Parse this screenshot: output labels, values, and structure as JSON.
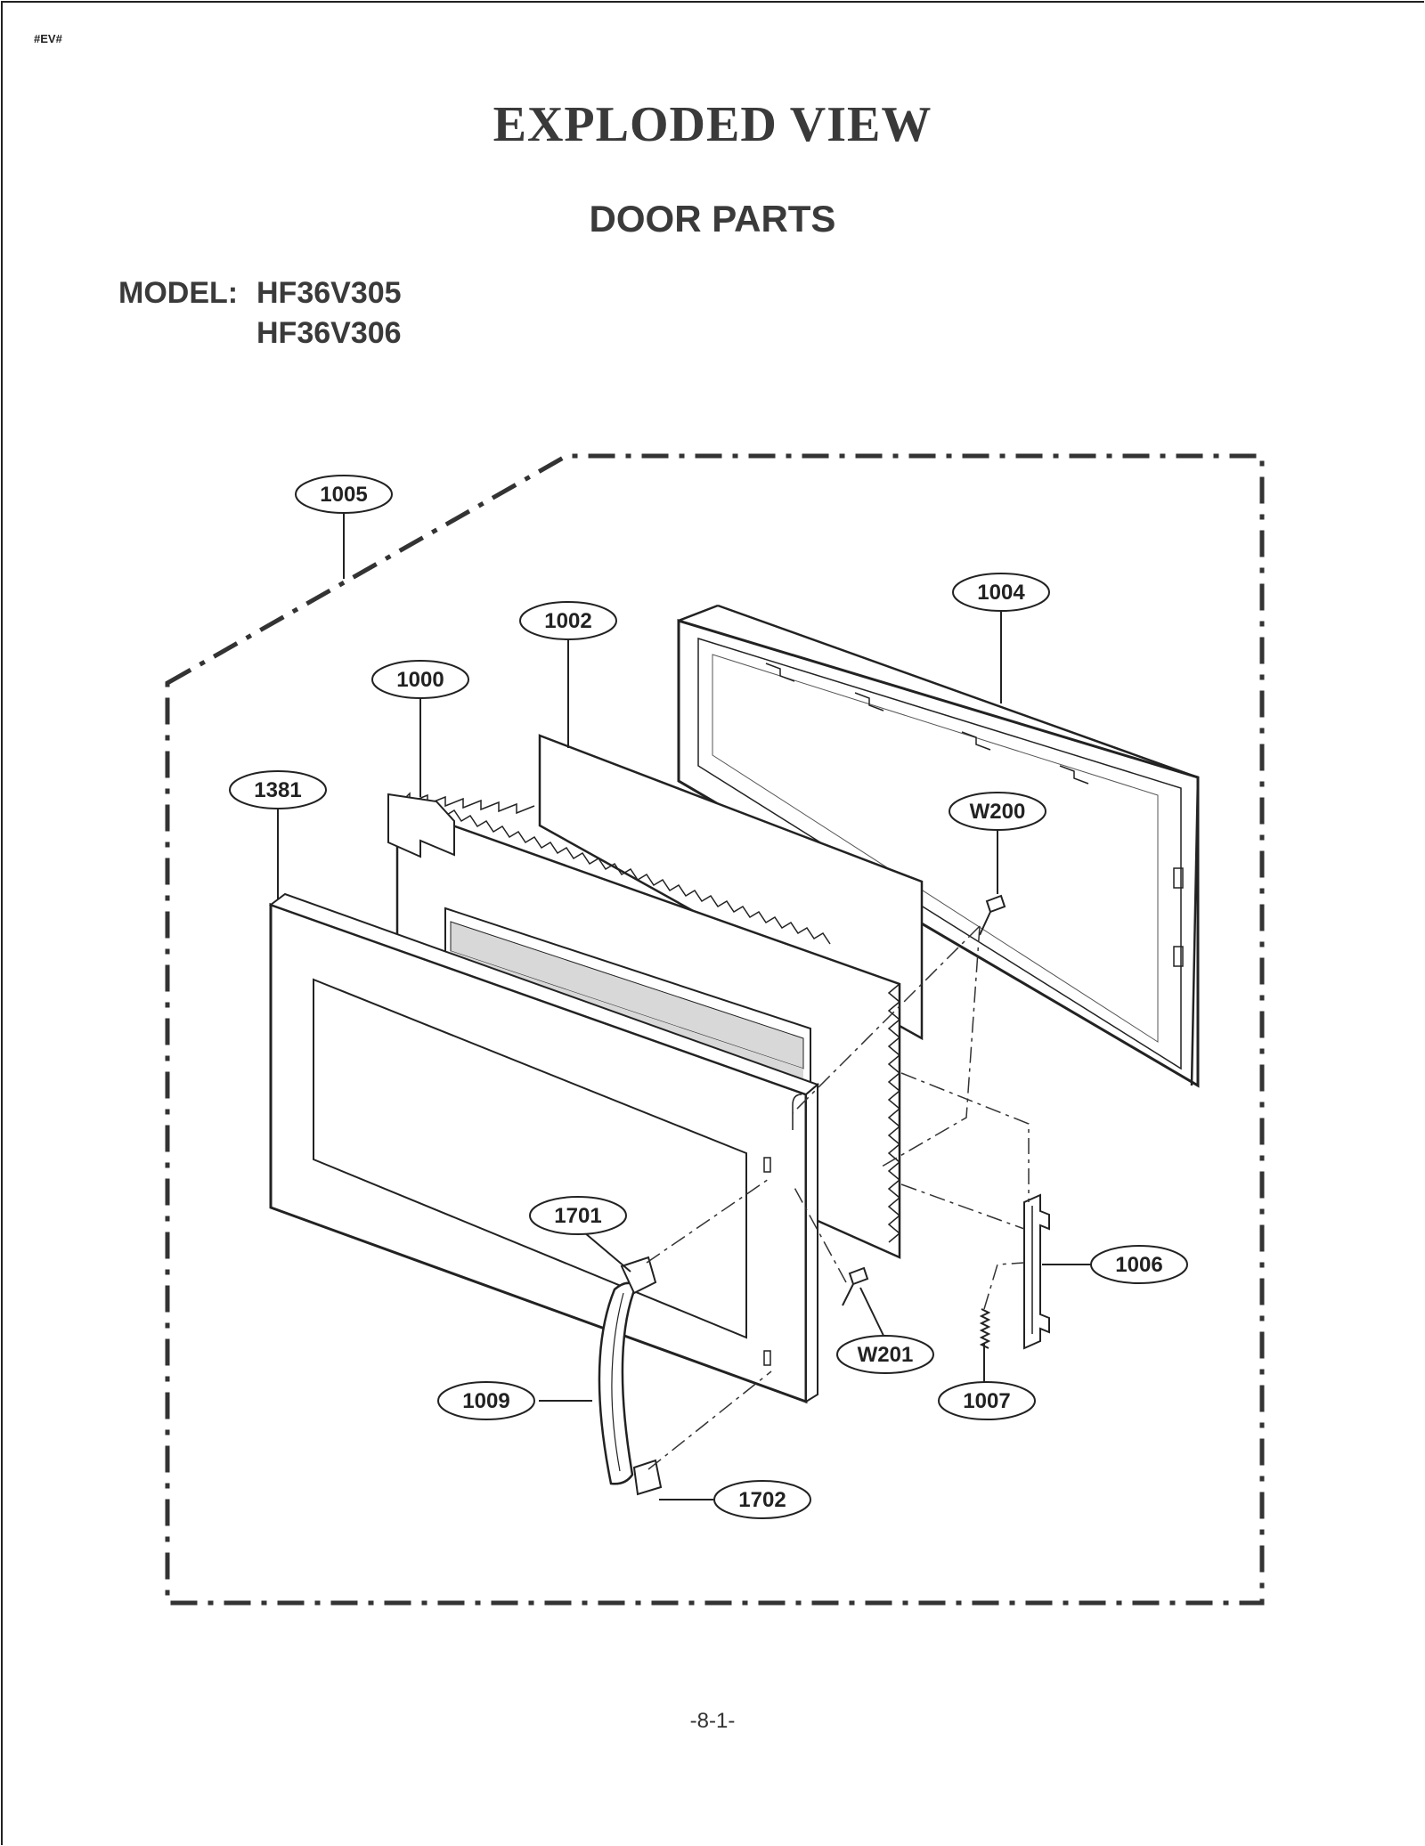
{
  "header": {
    "tag": "#EV#",
    "title": "EXPLODED VIEW",
    "subtitle": "DOOR PARTS"
  },
  "model": {
    "label": "MODEL:",
    "numbers": [
      "HF36V305",
      "HF36V306"
    ]
  },
  "callouts": {
    "c1005": "1005",
    "c1004": "1004",
    "c1002": "1002",
    "c1000": "1000",
    "c1381": "1381",
    "cW200": "W200",
    "c1701": "1701",
    "c1006": "1006",
    "cW201": "W201",
    "c1009": "1009",
    "c1007": "1007",
    "c1702": "1702"
  },
  "footer": {
    "page_number": "-8-1-"
  }
}
